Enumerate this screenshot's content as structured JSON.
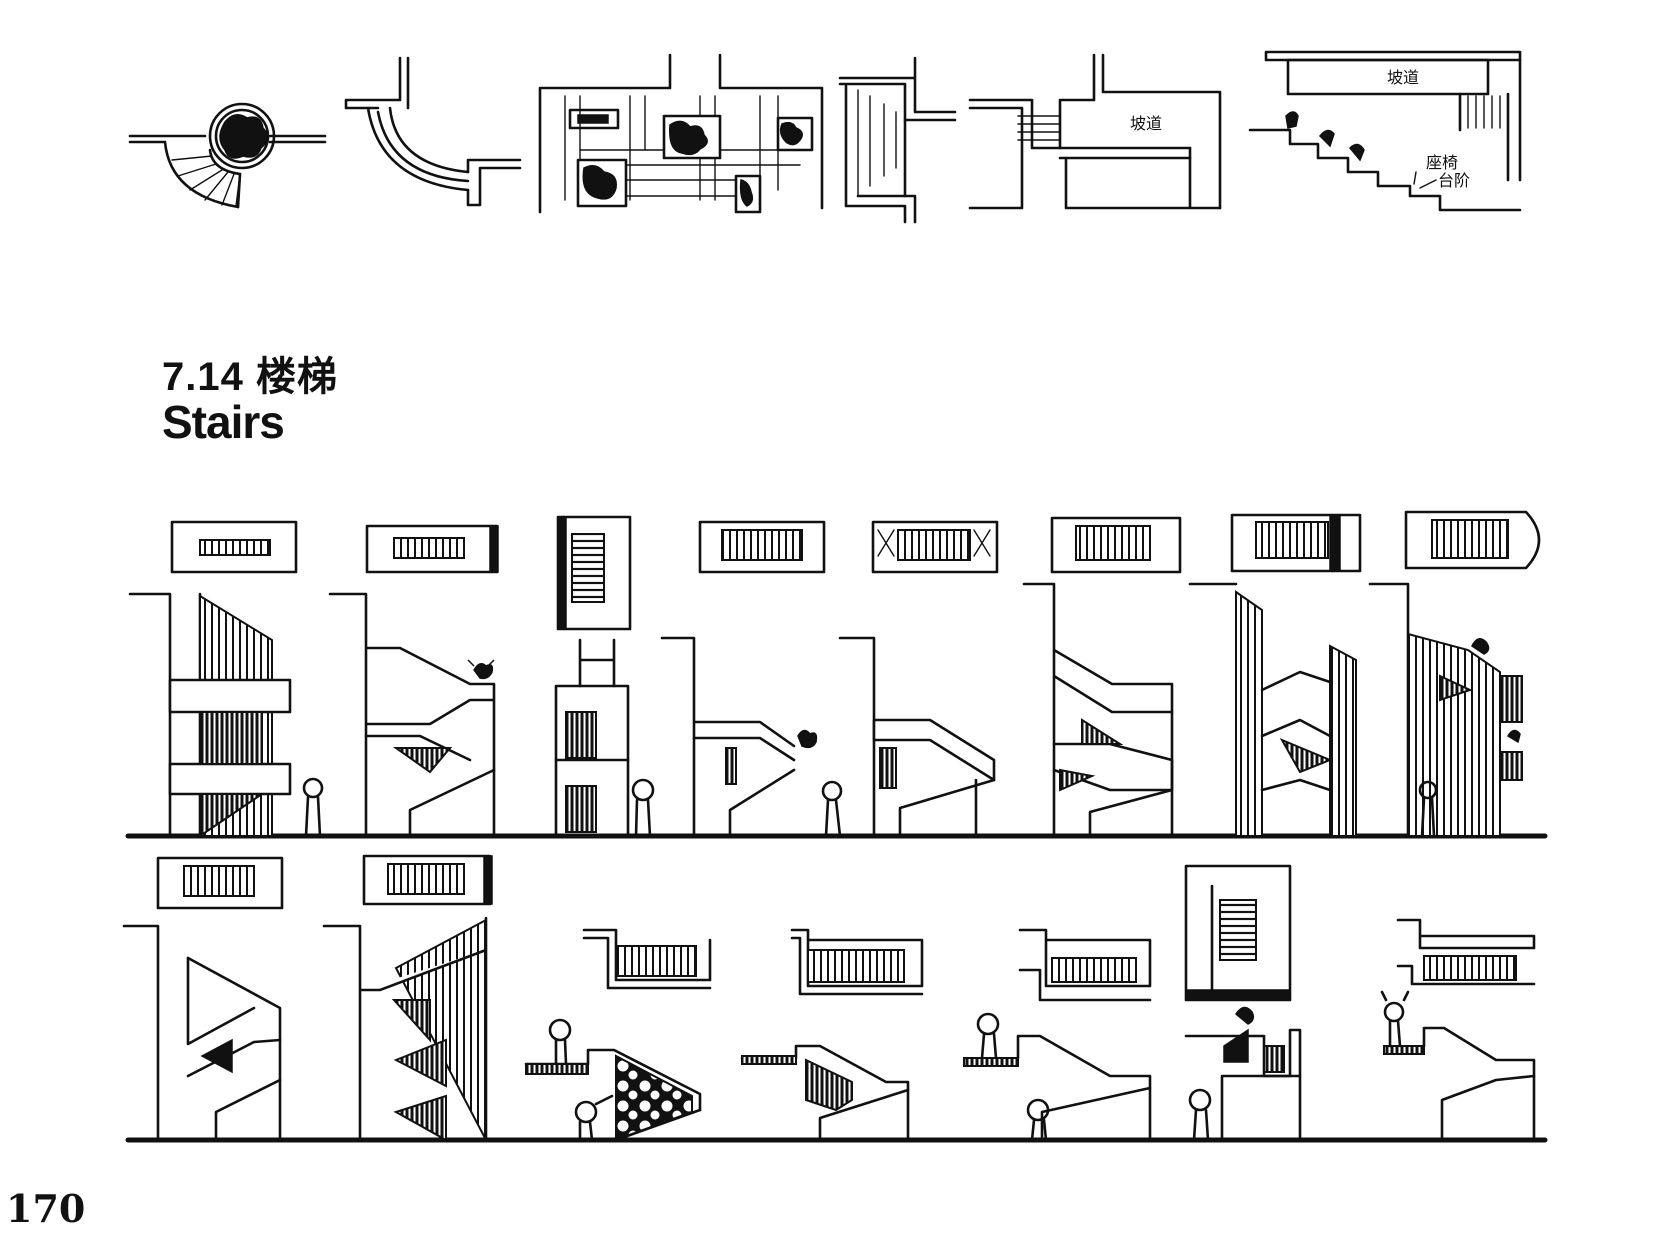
{
  "section": {
    "number_cn": "7.14  楼梯",
    "title_en": "Stairs"
  },
  "top_strip": {
    "ramp_label_1": "坡道",
    "ramp_label_2": "坡道",
    "seat_label": "座椅",
    "step_label": "台阶"
  },
  "page_number": "170"
}
